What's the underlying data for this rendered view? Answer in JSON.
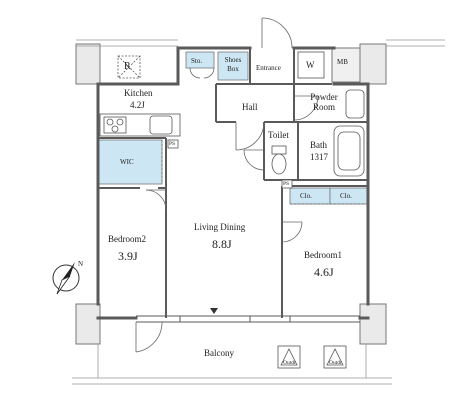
{
  "floor_plan": {
    "rooms": {
      "kitchen": {
        "name": "Kitchen",
        "size": "4.2J"
      },
      "living_dining": {
        "name": "Living Dining",
        "size": "8.8J"
      },
      "bedroom1": {
        "name": "Bedroom1",
        "size": "4.6J"
      },
      "bedroom2": {
        "name": "Bedroom2",
        "size": "3.9J"
      },
      "bath": {
        "name": "Bath",
        "size": "1317"
      },
      "powder_room": {
        "line1": "Powder",
        "line2": "Room"
      },
      "toilet": "Toilet",
      "hall": "Hall",
      "entrance": "Entrance",
      "wic": "WIC",
      "balcony": "Balcony"
    },
    "storage": {
      "sto": "Sto.",
      "shoes_box": {
        "line1": "Shoes",
        "line2": "Box"
      },
      "clo1": "Clo.",
      "clo2": "Clo."
    },
    "fixtures": {
      "refrigerator": "R",
      "washer": "W",
      "mb": "MB",
      "ps1": "PS",
      "ps2": "PS",
      "outdoor_unit1": "Outdr",
      "outdoor_unit2": "Outdr"
    },
    "colors": {
      "storage": "#cde6f3",
      "wall": "#5a5a5a",
      "column": "#eaeaea"
    },
    "compass": "north-arrow-icon"
  }
}
